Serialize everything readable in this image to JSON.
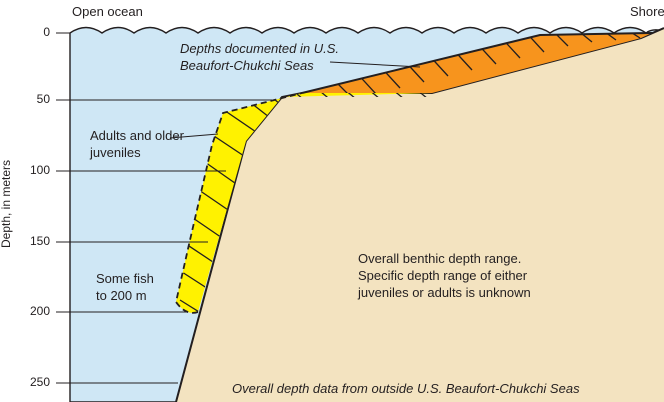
{
  "header": {
    "left": "Open ocean",
    "right": "Shore"
  },
  "axis": {
    "label": "Depth, in meters",
    "ticks": [
      "0",
      "50",
      "100",
      "150",
      "200",
      "250"
    ]
  },
  "labels": {
    "beaufort_line1": "Depths documented in U.S.",
    "beaufort_line2": "Beaufort-Chukchi Seas",
    "adults_line1": "Adults and older",
    "adults_line2": "juveniles",
    "somefish_line1": "Some fish",
    "somefish_line2": "to 200 m",
    "benthic_line1": "Overall benthic depth range.",
    "benthic_line2": "Specific depth range of either",
    "benthic_line3": "juveniles or adults is unknown",
    "outside": "Overall depth data from outside U.S. Beaufort-Chukchi Seas"
  },
  "colors": {
    "water": "#cfe7f5",
    "seabed": "#f3e3c0",
    "adult_band": "#fff200",
    "documented_band": "#f7941d",
    "line": "#231f20"
  }
}
